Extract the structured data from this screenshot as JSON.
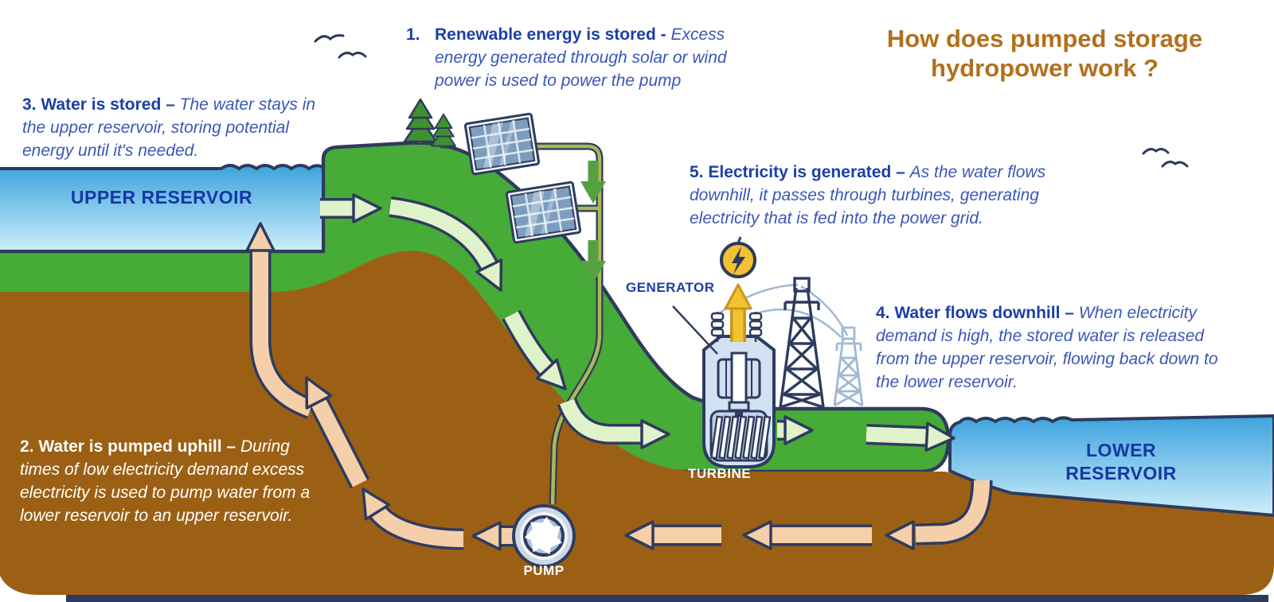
{
  "title": "How does pumped storage hydropower work ?",
  "steps": [
    {
      "num": "1.",
      "heading": "Renewable energy is stored",
      "dash": "-",
      "body": "Excess energy generated through solar or wind power is used to power the pump"
    },
    {
      "num": "2.",
      "heading": "Water is pumped uphill",
      "dash": "–",
      "body": "During times of low electricity demand excess electricity is used to pump water from a lower reservoir to an upper reservoir."
    },
    {
      "num": "3.",
      "heading": "Water is stored",
      "dash": "–",
      "body": "The water stays in the upper reservoir, storing potential energy until it's needed."
    },
    {
      "num": "4.",
      "heading": "Water flows downhill",
      "dash": "–",
      "body": "When electricity demand is high, the stored water is released from the upper reservoir, flowing back down to the lower reservoir."
    },
    {
      "num": "5.",
      "heading": "Electricity is generated",
      "dash": "–",
      "body": "As the water flows downhill, it passes through turbines, generating electricity that is fed into the power grid."
    }
  ],
  "labels": {
    "upper_reservoir": "UPPER RESERVOIR",
    "lower_reservoir": "LOWER RESERVOIR",
    "generator": "GENERATOR",
    "turbine": "TURBINE",
    "pump": "PUMP"
  },
  "icons": [
    "solar-panel-icon",
    "pine-tree-icon",
    "bird-icon",
    "lightning-icon",
    "transmission-tower-icon",
    "generator-icon",
    "turbine-icon",
    "pump-icon"
  ],
  "colors": {
    "outline_navy": "#2e3b5e",
    "land_green": "#47ab38",
    "soil_brown": "#9c6014",
    "water_top": "#3da3de",
    "water_bottom": "#cdeefb",
    "title_brown": "#b2701d",
    "step_text_blue": "#1c3fa8",
    "step_italic_blue": "#3a57b8",
    "reservoir_label_blue": "#1537a2",
    "pumped_water_arrow_peach": "#f5cfa9",
    "flow_arrow_light_green": "#e0f2ca",
    "energy_arrow_green": "#55a040",
    "wire_olive": "#a9b954",
    "accent_yellow": "#f2c230",
    "building_light_blue": "#d3e2f2"
  }
}
